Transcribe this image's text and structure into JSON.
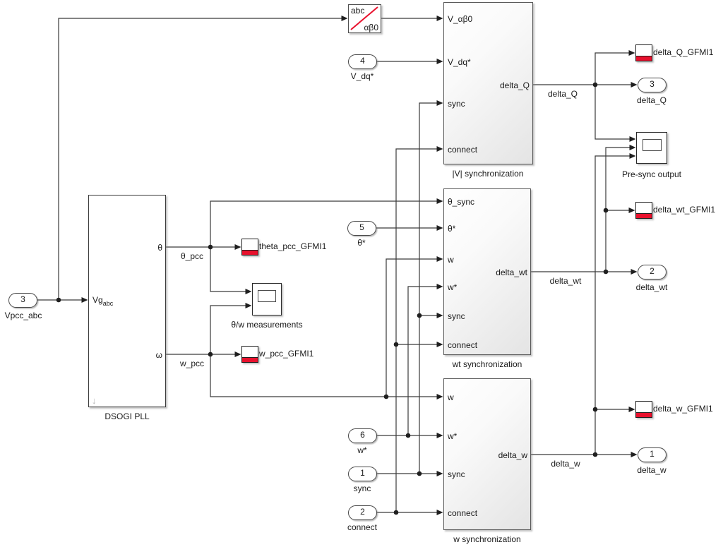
{
  "blocks": {
    "abc_transform": {
      "top": "abc",
      "bottom": "αβ0"
    },
    "dsogi_pll": {
      "name": "DSOGI PLL",
      "port_in_main": "Vg",
      "port_in_sub": "abc",
      "port_out_theta": "θ",
      "port_out_omega": "ω"
    },
    "v_sync": {
      "name": "|V| synchronization",
      "in_v_ab0": "V_αβ0",
      "in_v_dq": "V_dq*",
      "in_sync": "sync",
      "in_connect": "connect",
      "out": "delta_Q"
    },
    "wt_sync": {
      "name": "wt synchronization",
      "in_theta_sync": "θ_sync",
      "in_theta_ref": "θ*",
      "in_w": "w",
      "in_w_ref": "w*",
      "in_sync": "sync",
      "in_connect": "connect",
      "out": "delta_wt"
    },
    "w_sync": {
      "name": "w synchronization",
      "in_w": "w",
      "in_w_ref": "w*",
      "in_sync": "sync",
      "in_connect": "connect",
      "out": "delta_w"
    },
    "theta_pcc_file": {
      "label": "theta_pcc_GFMI1"
    },
    "w_pcc_file": {
      "label": "w_pcc_GFMI1"
    },
    "tw_scope": {
      "label": "θ/w measurements"
    },
    "presync_scope": {
      "label": "Pre-sync output"
    },
    "delta_q_file": {
      "label": "delta_Q_GFMI1"
    },
    "delta_wt_file": {
      "label": "delta_wt_GFMI1"
    },
    "delta_w_file": {
      "label": "delta_w_GFMI1"
    }
  },
  "inports": {
    "vpcc_abc": {
      "num": "3",
      "label": "Vpcc_abc"
    },
    "v_dq_ref": {
      "num": "4",
      "label": "V_dq*"
    },
    "theta_ref": {
      "num": "5",
      "label": "θ*"
    },
    "w_ref": {
      "num": "6",
      "label": "w*"
    },
    "sync": {
      "num": "1",
      "label": "sync"
    },
    "connect": {
      "num": "2",
      "label": "connect"
    }
  },
  "outports": {
    "delta_q": {
      "num": "3",
      "label": "delta_Q"
    },
    "delta_wt": {
      "num": "2",
      "label": "delta_wt"
    },
    "delta_w": {
      "num": "1",
      "label": "delta_w"
    }
  },
  "signal_labels": {
    "theta_pcc": "θ_pcc",
    "w_pcc": "w_pcc",
    "delta_q": "delta_Q",
    "delta_wt": "delta_wt",
    "delta_w": "delta_w"
  },
  "icons": {
    "dsogi_badge": "↓"
  },
  "colors": {
    "wire": "#3a3a3a",
    "red_accent": "#e8112d",
    "block_border": "#5a5a5a",
    "canvas": "#ffffff"
  }
}
